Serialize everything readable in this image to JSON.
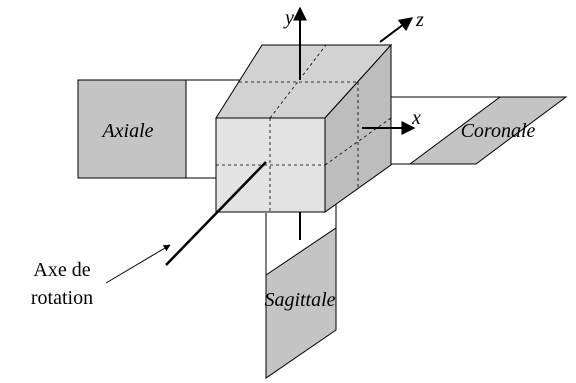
{
  "planes": {
    "axial": "Axiale",
    "coronal": "Coronale",
    "sagittal": "Sagittale"
  },
  "axes": {
    "x": "x",
    "y": "y",
    "z": "z"
  },
  "rotation_axis": {
    "line1": "Axe de",
    "line2": "rotation"
  },
  "colors": {
    "plane_fill": "#c4c4c4",
    "cube_front": "#e3e3e3",
    "cube_top": "#d2d2d2",
    "cube_side": "#bdbdbd",
    "stroke": "#000000"
  }
}
